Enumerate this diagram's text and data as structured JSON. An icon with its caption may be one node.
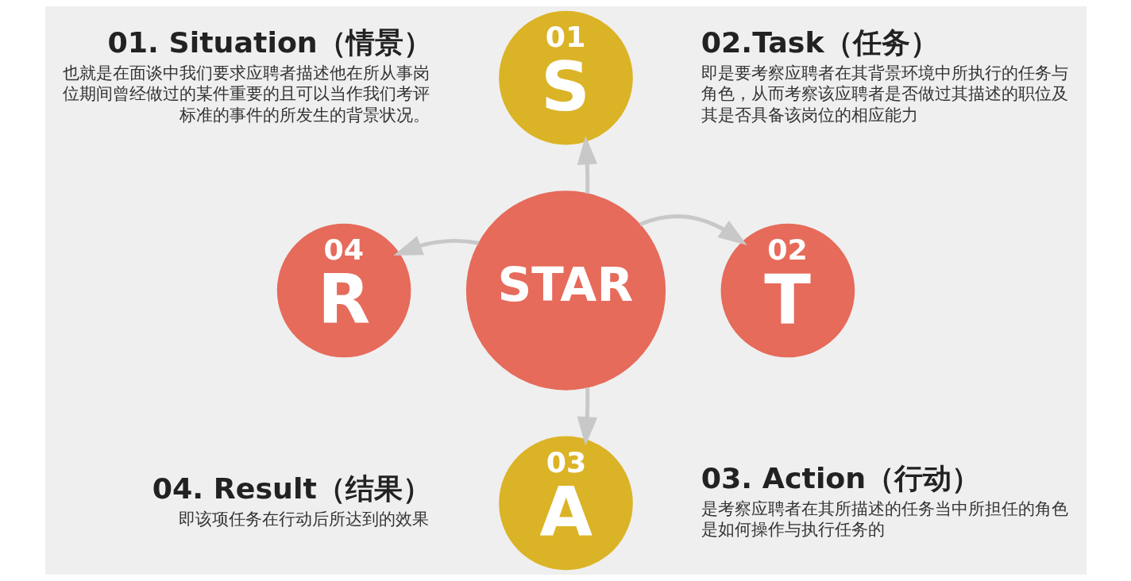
{
  "diagram": {
    "nodes": [
      {
        "text": [
          "STAR"
        ]
      },
      {
        "text": [
          "01",
          "S"
        ],
        "beside": [
          "01. Situation（情景）",
          "也就是在面谈中我们要求应聘者描述他在所从事岗位期间曾经做过的某件重要的且可以当作我们考评标准的事件的所发生的背景状况。"
        ]
      },
      {
        "text": [
          "02",
          "T"
        ],
        "beside": [
          "02.Task（任务）",
          "即是要考察应聘者在其背景环境中所执行的任务与角色，从而考察该应聘者是否做过其描述的职位及其是否具备该岗位的相应能力"
        ]
      },
      {
        "text": [
          "03",
          "A"
        ],
        "beside": [
          "03. Action（行动）",
          "是考察应聘者在其所描述的任务当中所担任的角色是如何操作与执行任务的"
        ]
      },
      {
        "text": [
          "04",
          "R"
        ],
        "beside": [
          "04. Result（结果）",
          "即该项任务在行动后所达到的效果"
        ]
      }
    ],
    "edges": [
      {
        "from": 0,
        "to": 1,
        "arrow": "to"
      },
      {
        "from": 0,
        "to": 2,
        "arrow": "to"
      },
      {
        "from": 0,
        "to": 3,
        "arrow": "to"
      },
      {
        "from": 0,
        "to": 4,
        "arrow": "to"
      }
    ]
  }
}
